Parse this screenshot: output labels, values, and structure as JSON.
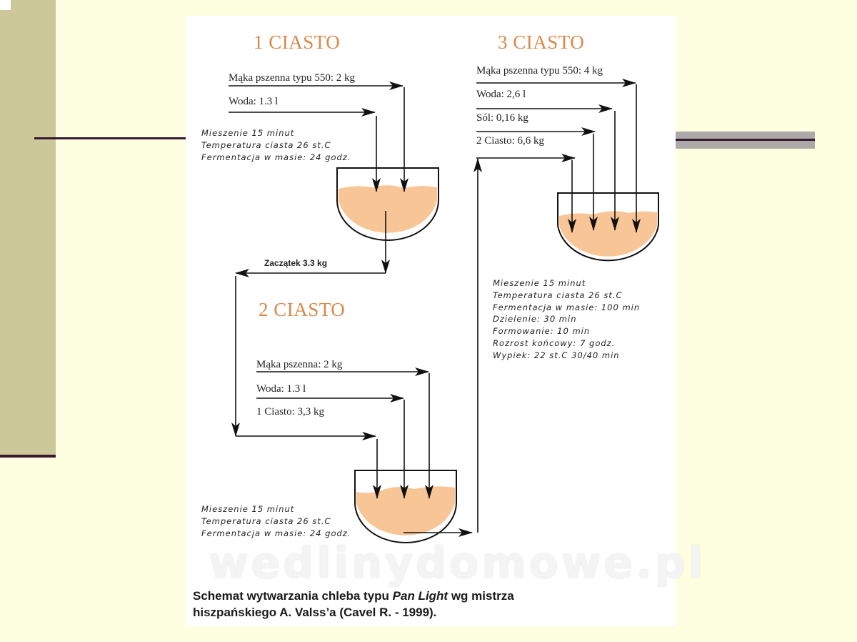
{
  "stages": {
    "first": {
      "title": "1 CIASTO",
      "ingredients": [
        "Mąka pszenna typu 550: 2 kg",
        "Woda: 1.3 l"
      ],
      "notes": [
        "Mieszenie 15 minut",
        "Temperatura ciasta 26 st.C",
        "Fermentacja w masie: 24 godz."
      ],
      "output": "Zaczątek 3.3 kg"
    },
    "second": {
      "title": "2 CIASTO",
      "ingredients": [
        "Mąka pszenna: 2 kg",
        "Woda: 1.3 l",
        "1 Ciasto: 3,3 kg"
      ],
      "notes": [
        "Mieszenie 15 minut",
        "Temperatura ciasta 26 st.C",
        "Fermentacja w masie: 24 godz."
      ]
    },
    "third": {
      "title": "3 CIASTO",
      "ingredients": [
        "Mąka pszenna typu 550: 4 kg",
        "Woda: 2,6 l",
        "Sól: 0,16 kg",
        "2 Ciasto: 6,6 kg"
      ],
      "notes": [
        "Mieszenie 15 minut",
        "Temperatura ciasta 26 st.C",
        "Fermentacja w masie: 100 min",
        "Dzielenie: 30 min",
        "Formowanie: 10 min",
        "Rozrost końcowy: 7 godz.",
        "Wypiek: 22 st.C 30/40 min"
      ]
    }
  },
  "watermark": "wedlinydomowe.pl",
  "caption": {
    "part1": "Schemat wytwarzania chleba typu ",
    "italic": "Pan Light",
    "part2": " wg mistrza",
    "line2": "hiszpańskiego A. Valss’a (Cavel R. - 1999)."
  },
  "colors": {
    "title": "#d9884a",
    "dough": "#f7c596",
    "sidebar": "#cdc89a",
    "background": "#fefee0"
  }
}
